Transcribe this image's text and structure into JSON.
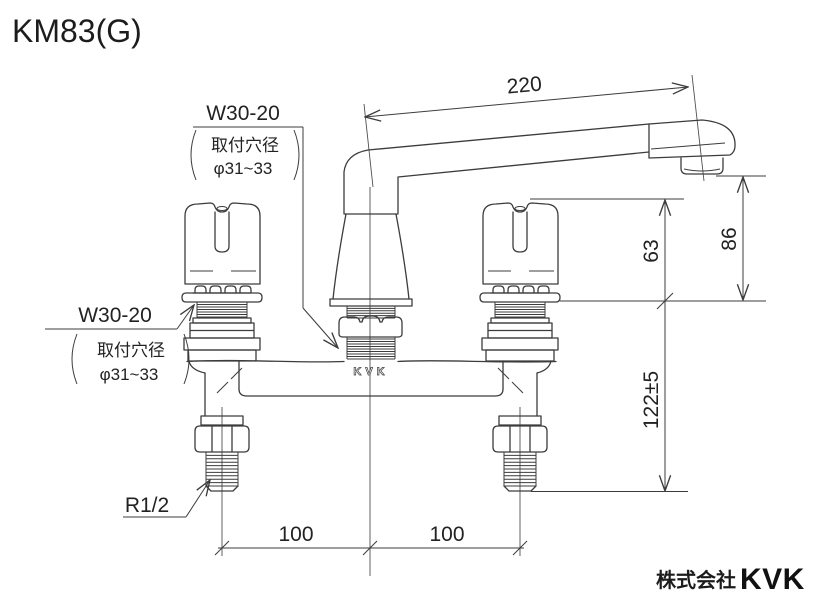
{
  "title": "KM83(G)",
  "colors": {
    "background": "#ffffff",
    "line": "#3c3c3c",
    "text": "#222222"
  },
  "annotations": {
    "spout_shank": {
      "label": "W30-20",
      "note1": "取付穴径",
      "note2": "φ31~33"
    },
    "valve_shank": {
      "label": "W30-20",
      "note1": "取付穴径",
      "note2": "φ31~33"
    },
    "supply_pipe": {
      "label": "R1/2"
    }
  },
  "dimensions": {
    "spout_reach": "220",
    "outlet_height": "86",
    "handle_height": "63",
    "shank_length": "122±5",
    "pitch_left": "100",
    "pitch_right": "100"
  },
  "body_marking": "KVK",
  "footer": {
    "company_prefix": "株式会社",
    "company_name": "KVK"
  }
}
